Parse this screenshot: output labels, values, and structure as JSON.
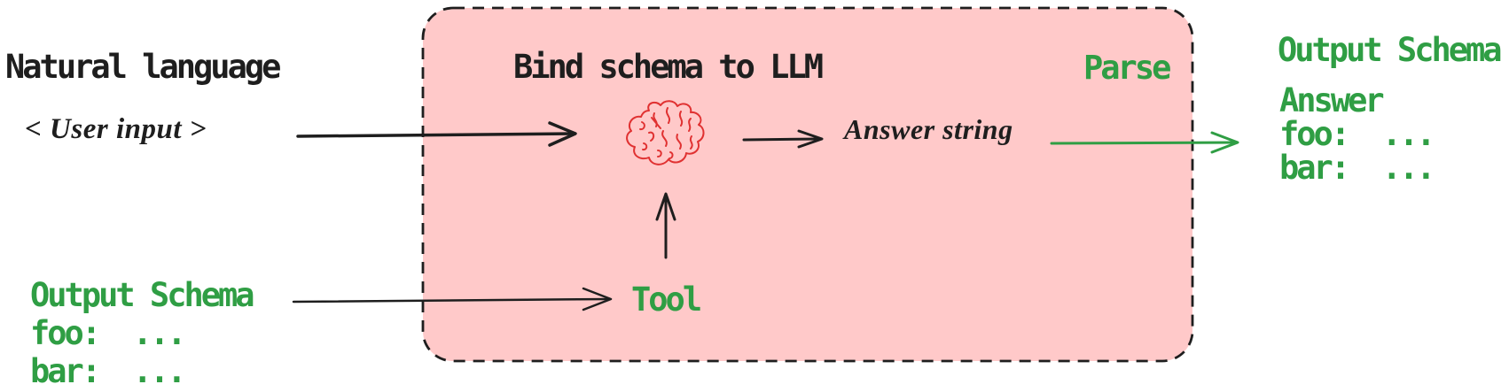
{
  "colors": {
    "ink": "#1e1e1e",
    "green": "#2f9e44",
    "red": "#e03131",
    "box_fill": "#ffc9c9"
  },
  "left": {
    "natural_language": "Natural language",
    "user_input": "< User input >",
    "schema": {
      "title": "Output Schema",
      "line1": "foo:  ...",
      "line2": "bar:  ..."
    }
  },
  "box": {
    "title": "Bind schema to LLM",
    "parse_label": "Parse",
    "answer_string": "Answer string",
    "tool_label": "Tool",
    "icon": "brain-icon"
  },
  "right": {
    "title": "Output Schema",
    "answer": "Answer",
    "line1": "foo:  ...",
    "line2": "bar:  ..."
  },
  "edges": [
    {
      "from": "user-input",
      "to": "llm-brain",
      "color": "#1e1e1e"
    },
    {
      "from": "llm-brain",
      "to": "answer-string",
      "color": "#1e1e1e"
    },
    {
      "from": "answer-string",
      "to": "output-schema-result",
      "color": "#2f9e44",
      "label": "Parse"
    },
    {
      "from": "output-schema-input",
      "to": "tool",
      "color": "#1e1e1e"
    },
    {
      "from": "tool",
      "to": "llm-brain",
      "color": "#1e1e1e"
    }
  ]
}
